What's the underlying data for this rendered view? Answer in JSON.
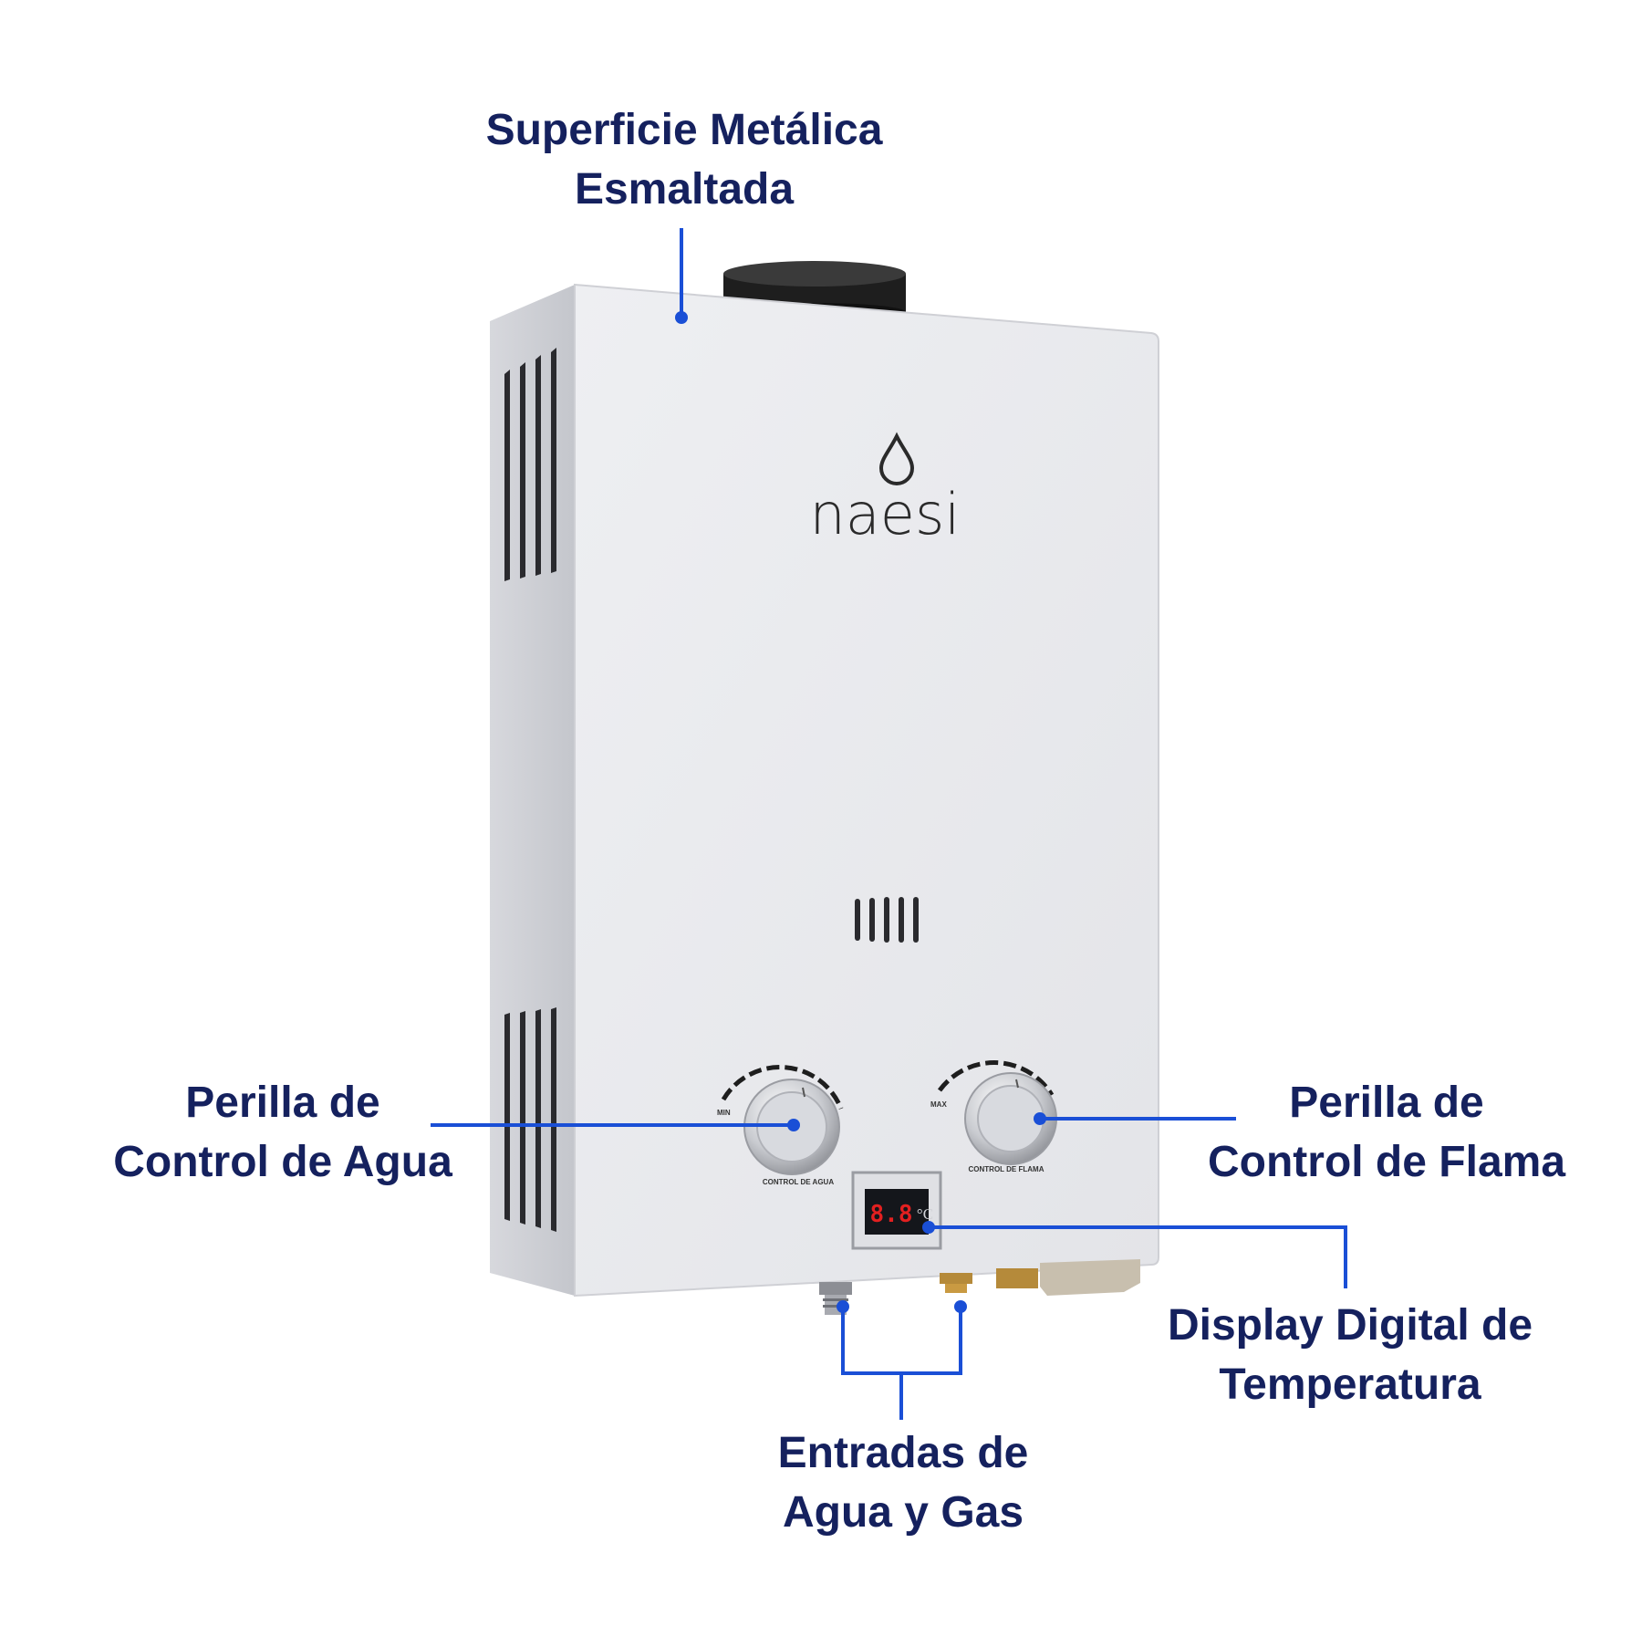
{
  "brand": {
    "logo_text": "naesi",
    "logo_icon": "water-drop-icon"
  },
  "callouts": {
    "surface": {
      "line1": "Superficie Metálica",
      "line2": "Esmaltada"
    },
    "water_knob": {
      "line1": "Perilla de",
      "line2": "Control de Agua"
    },
    "flame_knob": {
      "line1": "Perilla de",
      "line2": "Control de Flama"
    },
    "display": {
      "line1": "Display Digital de",
      "line2": "Temperatura"
    },
    "inlets": {
      "line1": "Entradas de",
      "line2": "Agua y Gas"
    }
  },
  "heater": {
    "water_dial": {
      "min": "MIN",
      "caption": "CONTROL DE AGUA"
    },
    "flame_dial": {
      "max": "MAX",
      "caption": "CONTROL DE FLAMA"
    },
    "display": {
      "reading": "8.8",
      "unit": "°C"
    }
  },
  "colors": {
    "label_text": "#15215e",
    "callout_line": "#1a4fd6",
    "body": "#e9eaee",
    "display_digits": "#e32020"
  }
}
